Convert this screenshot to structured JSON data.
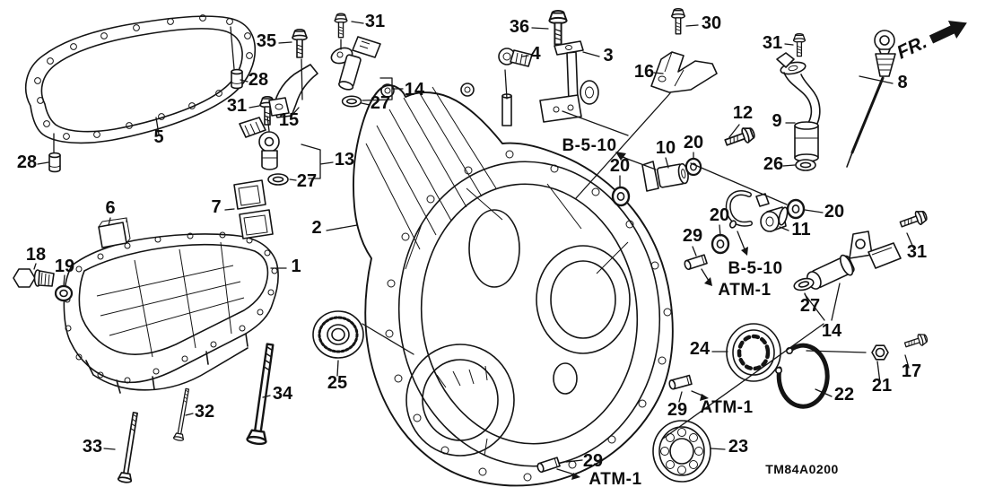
{
  "diagram": {
    "code": "TM84A0200",
    "direction_label": "FR.",
    "background_color": "#ffffff",
    "ink_color": "#141414",
    "reference_labels": {
      "b510_top": "B-5-10",
      "b510_mid": "B-5-10",
      "atm1_mid": "ATM-1",
      "atm1_lower": "ATM-1",
      "atm1_bottom": "ATM-1"
    },
    "callouts": [
      {
        "label": "5"
      },
      {
        "label": "28"
      },
      {
        "label": "28"
      },
      {
        "label": "35"
      },
      {
        "label": "31"
      },
      {
        "label": "15"
      },
      {
        "label": "31"
      },
      {
        "label": "27"
      },
      {
        "label": "14"
      },
      {
        "label": "13"
      },
      {
        "label": "27"
      },
      {
        "label": "6"
      },
      {
        "label": "7"
      },
      {
        "label": "2"
      },
      {
        "label": "1"
      },
      {
        "label": "18"
      },
      {
        "label": "19"
      },
      {
        "label": "25"
      },
      {
        "label": "33"
      },
      {
        "label": "32"
      },
      {
        "label": "34"
      },
      {
        "label": "36"
      },
      {
        "label": "4"
      },
      {
        "label": "3"
      },
      {
        "label": "16"
      },
      {
        "label": "30"
      },
      {
        "label": "31"
      },
      {
        "label": "8"
      },
      {
        "label": "9"
      },
      {
        "label": "12"
      },
      {
        "label": "26"
      },
      {
        "label": "10"
      },
      {
        "label": "20"
      },
      {
        "label": "20"
      },
      {
        "label": "20"
      },
      {
        "label": "20"
      },
      {
        "label": "11"
      },
      {
        "label": "29"
      },
      {
        "label": "31"
      },
      {
        "label": "27"
      },
      {
        "label": "14"
      },
      {
        "label": "24"
      },
      {
        "label": "22"
      },
      {
        "label": "21"
      },
      {
        "label": "17"
      },
      {
        "label": "23"
      },
      {
        "label": "29"
      },
      {
        "label": "29"
      }
    ]
  }
}
